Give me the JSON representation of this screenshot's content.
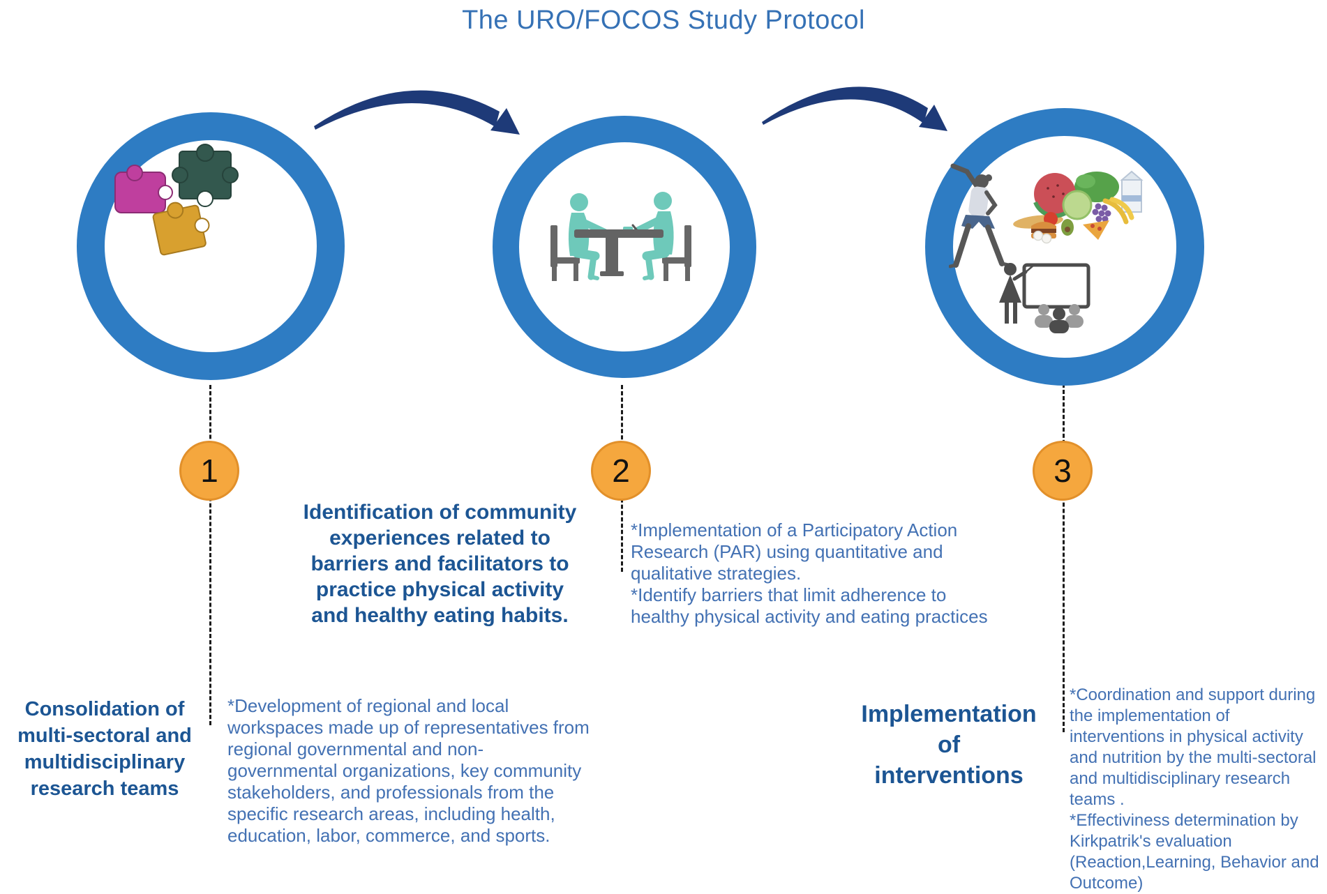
{
  "title": "The URO/FOCOS Study Protocol",
  "stages": [
    {
      "number": "1",
      "icon": "puzzle-pieces-icon",
      "heading": "Consolidation of\nmulti-sectoral and\nmultidisciplinary\nresearch teams",
      "details": "*Development of regional and local\nworkspaces made up of representatives from\nregional governmental and non-\ngovernmental organizations, key community\nstakeholders, and professionals from the\nspecific research areas, including health,\neducation, labor, commerce, and sports."
    },
    {
      "number": "2",
      "icon": "community-interview-icon",
      "heading": "Identification of community\nexperiences related to\nbarriers and facilitators to\npractice physical activity\nand healthy eating habits.",
      "details": "*Implementation of a Participatory Action\nResearch (PAR) using quantitative and\nqualitative strategies.\n*Identify barriers that limit adherence to\nhealthy physical activity and eating practices"
    },
    {
      "number": "3",
      "icon": "exercise-nutrition-education-icon",
      "heading": "Implementation\nof\ninterventions",
      "details": "*Coordination and support during\nthe implementation of\ninterventions in physical activity\nand nutrition by the multi-sectoral\nand multidisciplinary research\nteams .\n*Effectiviness determination by\nKirkpatrik's evaluation\n(Reaction,Learning, Behavior and\nOutcome)"
    }
  ],
  "colors": {
    "ring_blue": "#2e7cc3",
    "arrow_navy": "#1e3a78",
    "title_blue": "#3571b5",
    "heading_blue": "#1c5593",
    "body_blue": "#4371b3",
    "badge_fill": "#f5a73e",
    "badge_border": "#e2902a",
    "dashed_line": "#1b1b1b",
    "puzzle_magenta": "#bf3f9e",
    "puzzle_green": "#33584e",
    "puzzle_gold": "#d8a02f",
    "people_teal": "#6ec9ba",
    "furniture_gray": "#676767"
  }
}
